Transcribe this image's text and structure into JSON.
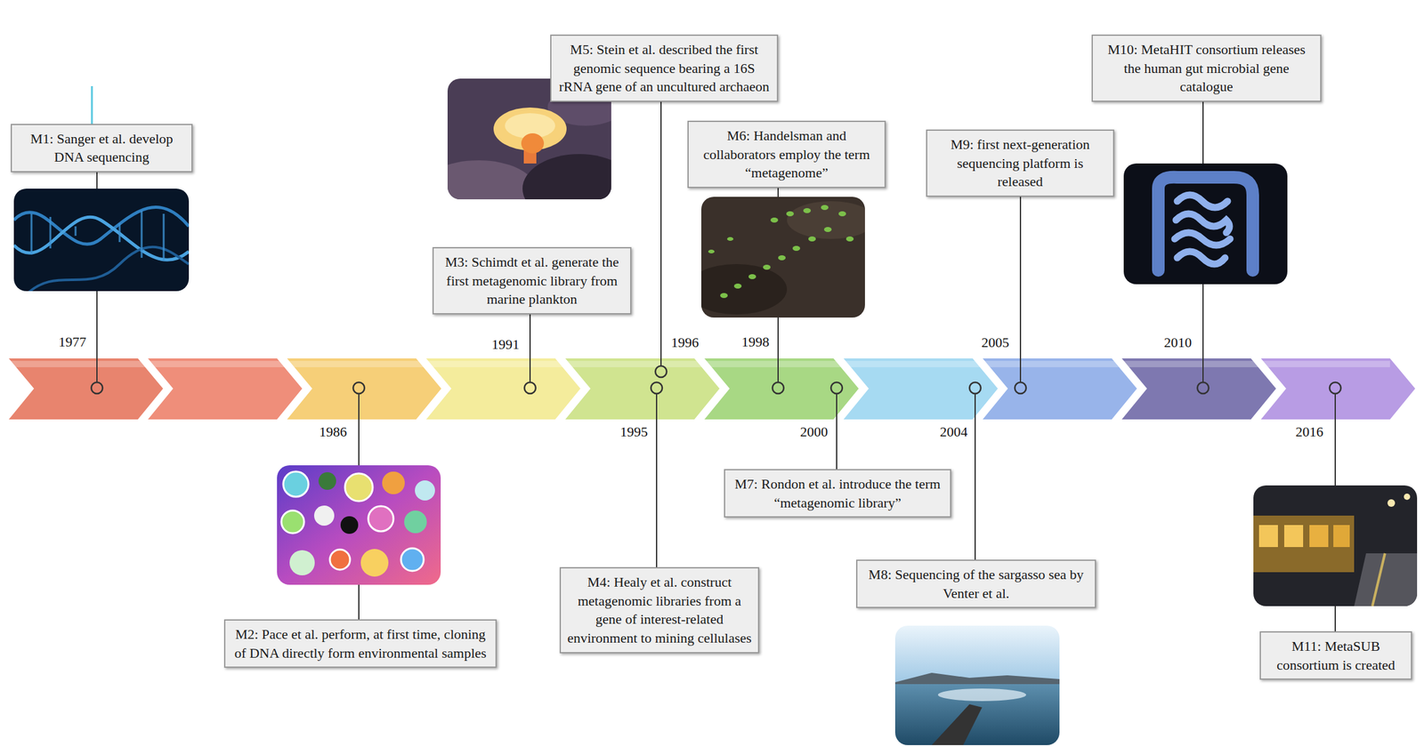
{
  "diagram": {
    "nodes": [
      {
        "text": [
          "M1: Sanger et al. develop DNA sequencing"
        ]
      },
      {
        "text": [
          "M2: Pace et al. perform, at first time, cloning of DNA directly form environmental samples"
        ]
      },
      {
        "text": [
          "M3: Schimdt et al. generate the first metagenomic library from marine plankton"
        ]
      },
      {
        "text": [
          "M4: Healy et al. construct metagenomic libraries from a gene of interest-related environment to mining cellulases"
        ]
      },
      {
        "text": [
          "M5: Stein et al. described the first genomic sequence bearing a 16S rRNA gene of an uncultured archaeon"
        ]
      },
      {
        "text": [
          "M6: Handelsman and collaborators employ the term “metagenome”"
        ]
      },
      {
        "text": [
          "M7: Rondon et al. introduce the term “metagenomic library”"
        ]
      },
      {
        "text": [
          "M8: Sequencing of the sargasso sea by Venter et al."
        ]
      },
      {
        "text": [
          "M9: first next-generation sequencing platform is released"
        ]
      },
      {
        "text": [
          "M10: MetaHIT consortium releases the human gut microbial gene catalogue"
        ]
      },
      {
        "text": [
          "M11: MetaSUB consortium is created"
        ]
      }
    ],
    "labels": [
      "1977",
      "1986",
      "1991",
      "1995",
      "1996",
      "1998",
      "2000",
      "2004",
      "2005",
      "2010",
      "2016"
    ]
  }
}
